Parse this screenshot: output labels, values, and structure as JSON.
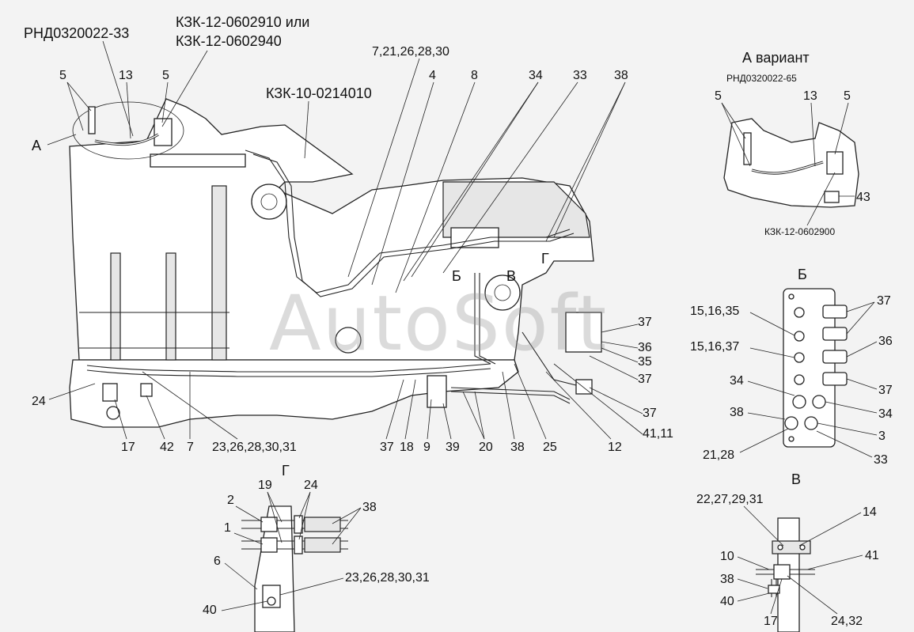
{
  "view_titles": {
    "a_variant": "А вариант",
    "b": "Б",
    "v": "В",
    "g": "Г"
  },
  "part_codes": {
    "rnd_main": "РНД0320022-33",
    "kzk_or_line1": "КЗК-12-0602910 или",
    "kzk_or_line2": "КЗК-12-0602940",
    "kzk_main": "КЗК-10-0214010",
    "rnd_variant": "РНД0320022-65",
    "kzk_variant": "КЗК-12-0602900"
  },
  "main_view": {
    "section_markers": {
      "a": "А",
      "b": "Б",
      "v": "В",
      "g": "Г"
    },
    "callouts": [
      {
        "id": "c-5-left",
        "text": "5"
      },
      {
        "id": "c-13",
        "text": "13"
      },
      {
        "id": "c-5-right",
        "text": "5"
      },
      {
        "id": "c-7-21",
        "text": "7,21,26,28,30"
      },
      {
        "id": "c-4",
        "text": "4"
      },
      {
        "id": "c-8",
        "text": "8"
      },
      {
        "id": "c-34",
        "text": "34"
      },
      {
        "id": "c-33",
        "text": "33"
      },
      {
        "id": "c-38-top",
        "text": "38"
      },
      {
        "id": "c-37-a",
        "text": "37"
      },
      {
        "id": "c-36",
        "text": "36"
      },
      {
        "id": "c-35",
        "text": "35"
      },
      {
        "id": "c-37-b",
        "text": "37"
      },
      {
        "id": "c-37-c",
        "text": "37"
      },
      {
        "id": "c-41-11",
        "text": "41,11"
      },
      {
        "id": "c-12",
        "text": "12"
      },
      {
        "id": "c-25",
        "text": "25"
      },
      {
        "id": "c-38-bottom",
        "text": "38"
      },
      {
        "id": "c-20",
        "text": "20"
      },
      {
        "id": "c-39",
        "text": "39"
      },
      {
        "id": "c-9",
        "text": "9"
      },
      {
        "id": "c-18",
        "text": "18"
      },
      {
        "id": "c-37-bottom",
        "text": "37"
      },
      {
        "id": "c-23-26",
        "text": "23,26,28,30,31"
      },
      {
        "id": "c-7",
        "text": "7"
      },
      {
        "id": "c-42",
        "text": "42"
      },
      {
        "id": "c-17",
        "text": "17"
      },
      {
        "id": "c-24",
        "text": "24"
      }
    ]
  },
  "a_variant_view": {
    "callouts": [
      {
        "id": "av-5-left",
        "text": "5"
      },
      {
        "id": "av-13",
        "text": "13"
      },
      {
        "id": "av-5-right",
        "text": "5"
      },
      {
        "id": "av-43",
        "text": "43"
      }
    ]
  },
  "b_view": {
    "callouts": [
      {
        "id": "b-15-35",
        "text": "15,16,35"
      },
      {
        "id": "b-15-37",
        "text": "15,16,37"
      },
      {
        "id": "b-34-left",
        "text": "34"
      },
      {
        "id": "b-38",
        "text": "38"
      },
      {
        "id": "b-21-28",
        "text": "21,28"
      },
      {
        "id": "b-37-top",
        "text": "37"
      },
      {
        "id": "b-36",
        "text": "36"
      },
      {
        "id": "b-37-mid",
        "text": "37"
      },
      {
        "id": "b-34-right",
        "text": "34"
      },
      {
        "id": "b-3",
        "text": "3"
      },
      {
        "id": "b-33",
        "text": "33"
      }
    ]
  },
  "v_view": {
    "callouts": [
      {
        "id": "v-22-27",
        "text": "22,27,29,31"
      },
      {
        "id": "v-14",
        "text": "14"
      },
      {
        "id": "v-10",
        "text": "10"
      },
      {
        "id": "v-41",
        "text": "41"
      },
      {
        "id": "v-38",
        "text": "38"
      },
      {
        "id": "v-40",
        "text": "40"
      },
      {
        "id": "v-17",
        "text": "17"
      },
      {
        "id": "v-24-32",
        "text": "24,32"
      }
    ]
  },
  "g_view": {
    "callouts": [
      {
        "id": "g-19",
        "text": "19"
      },
      {
        "id": "g-24",
        "text": "24"
      },
      {
        "id": "g-2",
        "text": "2"
      },
      {
        "id": "g-38",
        "text": "38"
      },
      {
        "id": "g-1",
        "text": "1"
      },
      {
        "id": "g-6",
        "text": "6"
      },
      {
        "id": "g-23-26",
        "text": "23,26,28,30,31"
      },
      {
        "id": "g-40",
        "text": "40"
      }
    ]
  },
  "watermark": "AutoSoft",
  "colors": {
    "line": "#222222",
    "background": "#f3f3f3"
  }
}
